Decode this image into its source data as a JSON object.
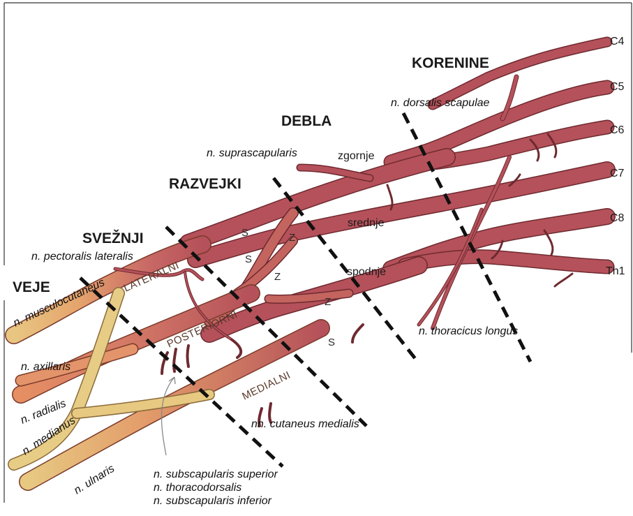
{
  "sections": {
    "korenine": "KORENINE",
    "debla": "DEBLA",
    "razvejki": "RAZVEJKI",
    "svezniji": "SVEŽNJI",
    "veje": "VEJE"
  },
  "roots": [
    "C4",
    "C5",
    "C6",
    "C7",
    "C8",
    "Th1"
  ],
  "trunks": {
    "zgornje": "zgornje",
    "srednje": "srednje",
    "spodnje": "spodnje"
  },
  "cords": {
    "lateralni": "LATERALNI",
    "posteriorni": "POSTERIORNI",
    "medialni": "MEDIALNI"
  },
  "division_marks": {
    "s1": "S",
    "z1": "Z",
    "s2": "S",
    "z2": "Z",
    "z3": "Z",
    "s3": "S"
  },
  "nerves": {
    "dorsalis_scapulae": "n. dorsalis scapulae",
    "suprascapularis": "n. suprascapularis",
    "pectoralis_lateralis": "n. pectoralis lateralis",
    "musculocutaneus": "n. musculocutaneus",
    "axillaris": "n. axillaris",
    "radialis": "n. radialis",
    "medianus": "n. medianus",
    "ulnaris": "n. ulnaris",
    "thoracicus_longus": "n. thoracicus longus",
    "cutaneus_medialis": "nn. cutaneus medialis",
    "subscapularis_superior": "n. subscapularis superior",
    "thoracodorsalis": "n. thoracodorsalis",
    "subscapularis_inferior": "n. subscapularis inferior"
  },
  "colors": {
    "nerve_red": "#b5515a",
    "nerve_edge": "#6e2a30",
    "nerve_orange": "#e2986a",
    "nerve_yellow": "#e7cc86",
    "dash": "#111111",
    "frame": "#333333"
  }
}
